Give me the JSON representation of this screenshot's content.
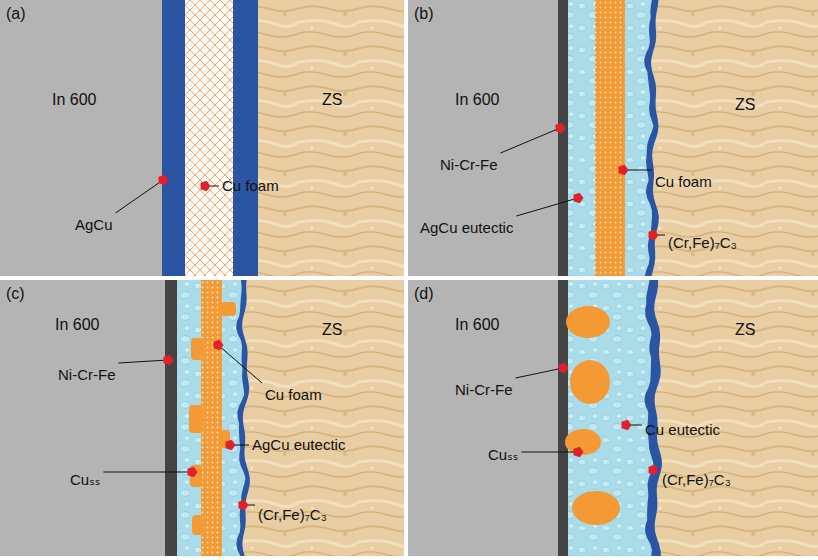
{
  "diagram": {
    "labels": [
      "(a)",
      "In 600",
      "ZS",
      "AgCu",
      "Cu foam",
      "(b)",
      "In 600",
      "ZS",
      "Ni-Cr-Fe",
      "Cu foam",
      "AgCu eutectic",
      "(Cr,Fe)₇C₃",
      "(c)",
      "In 600",
      "ZS",
      "Ni-Cr-Fe",
      "Cu foam",
      "AgCu eutectic",
      "Cuₛₛ",
      "(Cr,Fe)₇C₃",
      "(d)",
      "In 600",
      "ZS",
      "Ni-Cr-Fe",
      "Cu eutectic",
      "Cuₛₛ",
      "(Cr,Fe)₇C₃"
    ]
  }
}
